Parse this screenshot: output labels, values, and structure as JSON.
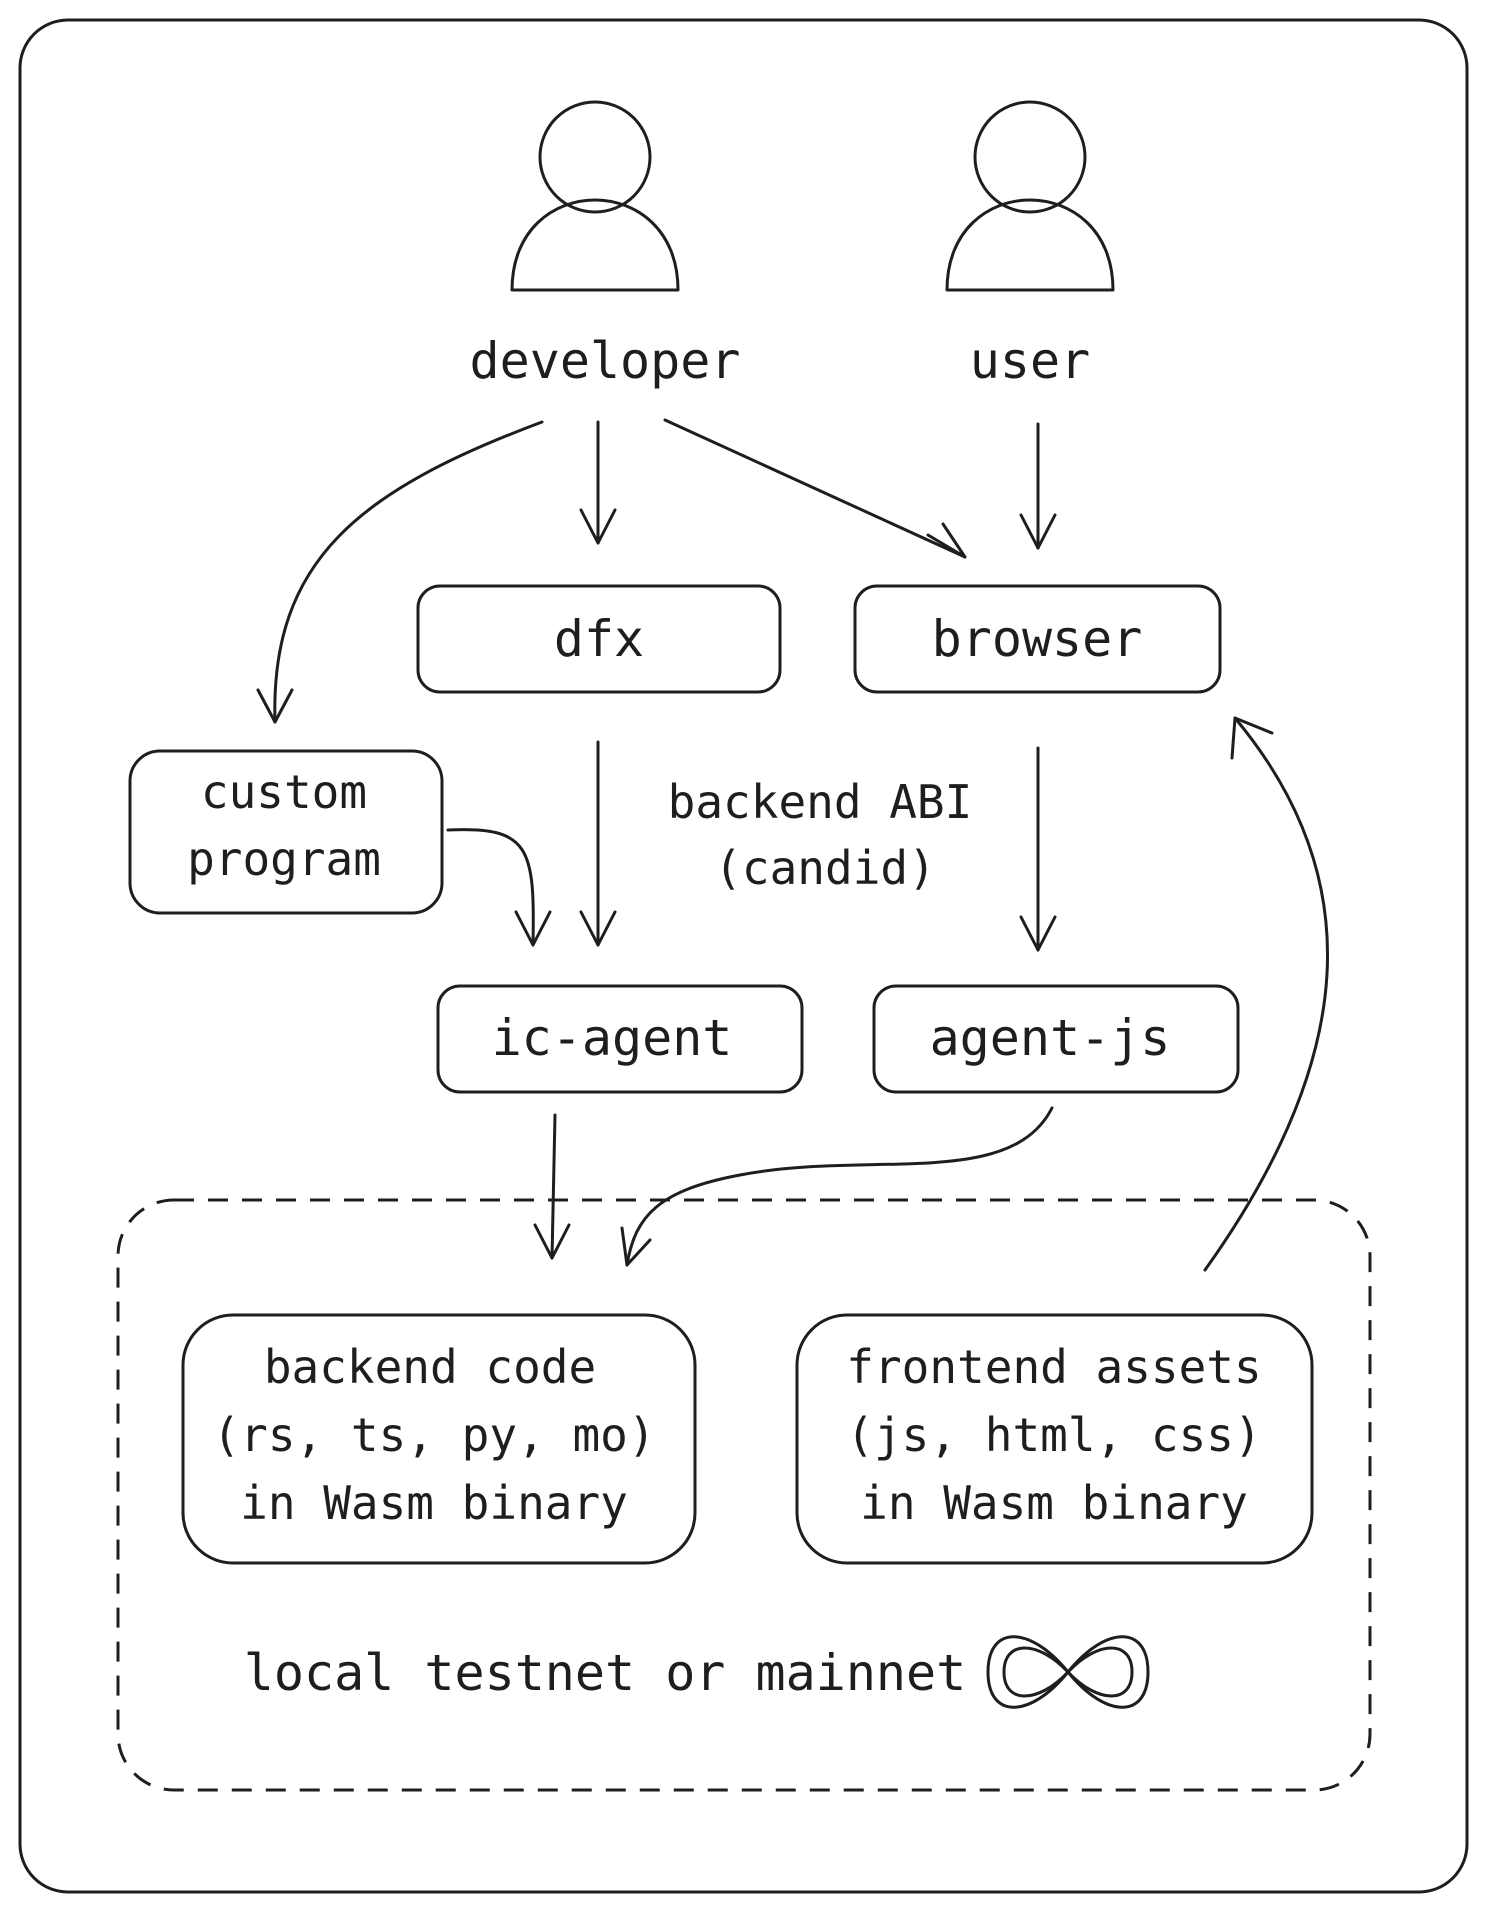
{
  "actors": {
    "developer": "developer",
    "user": "user"
  },
  "nodes": {
    "dfx": "dfx",
    "browser": "browser",
    "custom_program": [
      "custom",
      "program"
    ],
    "ic_agent": "ic-agent",
    "agent_js": "agent-js",
    "backend_code": [
      "backend code",
      "(rs, ts, py, mo)",
      "in Wasm binary"
    ],
    "frontend_assets": [
      "frontend assets",
      "(js, html, css)",
      "in Wasm binary"
    ]
  },
  "annotations": {
    "backend_abi": [
      "backend ABI",
      "(candid)"
    ]
  },
  "network": {
    "label": "local testnet or mainnet",
    "icon": "infinity-icon"
  },
  "colors": {
    "ink": "#1e1e1e",
    "background": "#ffffff"
  }
}
